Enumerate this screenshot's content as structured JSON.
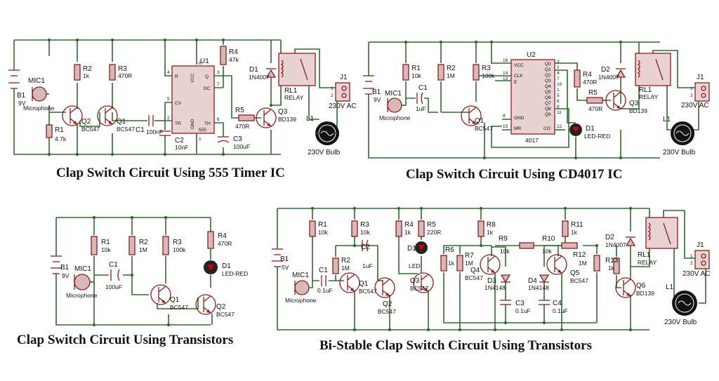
{
  "circuits": [
    {
      "title": "Clap Switch Circuit Using 555 Timer IC",
      "labels": {
        "b1": "B1",
        "b1_val": "9V",
        "mic": "MIC1",
        "mic_val": "Microphone",
        "r1": "R1",
        "r1_val": "4.7k",
        "r2": "R2",
        "r2_val": "1k",
        "r3": "R3",
        "r3_val": "470R",
        "q1": "Q1",
        "q1_val": "BC547",
        "q2": "Q2",
        "q2_val": "BC547",
        "c1": "C1",
        "c1_val": "100nF",
        "c2": "C2",
        "c2_val": "10nF",
        "u1": "U1",
        "u1_type": "555",
        "r4": "R4",
        "r4_val": "47k",
        "r5": "R5",
        "r5_val": "470R",
        "c3": "C3",
        "c3_val": "100uF",
        "d1": "D1",
        "d1_val": "1N4007",
        "rl1": "RL1",
        "rl1_val": "RELAY",
        "q3": "Q3",
        "q3_val": "BD139",
        "j1": "J1",
        "ac": "230V AC",
        "l1": "L1",
        "bulb": "230V Bulb",
        "pins": {
          "r": "R",
          "vcc": "VCC",
          "q": "Q",
          "dc": "DC",
          "cv": "CV",
          "gnd": "GND",
          "tr": "TR",
          "th": "TH",
          "p4": "4",
          "p8": "8",
          "p3": "3",
          "p7": "7",
          "p5": "5",
          "p1": "1",
          "p2": "2",
          "p6": "6",
          "j1": "1",
          "j2": "2"
        }
      }
    },
    {
      "title": "Clap Switch Circuit Using CD4017 IC",
      "labels": {
        "b1": "B1",
        "b1_val": "9V",
        "mic": "MIC1",
        "mic_val": "Microphone",
        "r1": "R1",
        "r1_val": "10k",
        "r2": "R2",
        "r2_val": "1M",
        "r3": "R3",
        "r3_val": "100k",
        "c1": "C1",
        "c1_val": "1uF",
        "q1": "Q1",
        "q1_val": "BC547",
        "u2": "U2",
        "u2_type": "4017",
        "r4": "R4",
        "r4_val": "470R",
        "r5": "R5",
        "r5_val": "470R",
        "d1": "D1",
        "d1_val": "LED-RED",
        "d2": "D2",
        "d2_val": "1N4007",
        "rl1": "RL1",
        "rl1_val": "RELAY",
        "q3": "Q3",
        "q3_val": "BD139",
        "j1": "J1",
        "ac": "230V AC",
        "l1": "L1",
        "bulb": "230V Bulb",
        "pins": {
          "vcc": "VCC",
          "clk": "CLK",
          "e": "E",
          "gnd": "GND",
          "mr": "MR",
          "co": "CO",
          "q0": "Q0",
          "q1": "Q1",
          "q2": "Q2",
          "q3": "Q3",
          "q4": "Q4",
          "q5": "Q5",
          "q6": "Q6",
          "q7": "Q7",
          "q8": "Q8",
          "q9": "Q9",
          "p16": "16",
          "p14": "14",
          "p13": "13",
          "p8": "8",
          "p15": "15",
          "p3": "3",
          "p2": "2",
          "p4": "4",
          "p7": "7",
          "p10": "10",
          "p1": "1",
          "p5": "5",
          "p6": "6",
          "p9": "9",
          "p11": "11",
          "p12": "12",
          "j1": "1",
          "j2": "2"
        }
      }
    },
    {
      "title": "Clap Switch Circuit Using Transistors",
      "labels": {
        "b1": "B1",
        "b1_val": "9V",
        "mic": "MIC1",
        "mic_val": "Microphone",
        "r1": "R1",
        "r1_val": "10k",
        "r2": "R2",
        "r2_val": "1M",
        "r3": "R3",
        "r3_val": "100k",
        "r4": "R4",
        "r4_val": "470R",
        "c1": "C1",
        "c1_val": "100uF",
        "q1": "Q1",
        "q1_val": "BC547",
        "q2": "Q2",
        "q2_val": "BC547",
        "d1": "D1",
        "d1_val": "LED-RED"
      }
    },
    {
      "title": "Bi-Stable Clap Switch Circuit Using Transistors",
      "labels": {
        "b1": "B1",
        "b1_val": "5V",
        "mic": "MIC1",
        "mic_val": "Microphone",
        "r1": "R1",
        "r1_val": "10k",
        "c1": "C1",
        "c1_val": "0.1uF",
        "r2": "R2",
        "r2_val": "1M",
        "q1": "Q1",
        "q1_val": "BC547",
        "r3": "R3",
        "r3_val": "10k",
        "c2": "C2",
        "c2_val": "1uF",
        "q2": "Q2",
        "q2_val": "BC547",
        "r4": "R4",
        "r4_val": "1k",
        "r5": "R5",
        "r5_val": "220R",
        "d1": "D1",
        "d1_val": "LED",
        "q3": "Q3",
        "q3_val": "BC547",
        "r6": "R6",
        "r6_val": "1k",
        "r7": "R7",
        "r7_val": "1M",
        "r8": "R8",
        "r8_val": "1k",
        "r9": "R9",
        "r9_val": "10k",
        "q4": "Q4",
        "q4_val": "BC547",
        "d3": "D3",
        "d3_val": "1N4148",
        "c3": "C3",
        "c3_val": "0.1uF",
        "r10": "R10",
        "r10_val": "10k",
        "r11": "R11",
        "r11_val": "1k",
        "d4": "D4",
        "d4_val": "1N4148",
        "c4": "C4",
        "c4_val": "0.1uF",
        "q5": "Q5",
        "q5_val": "BC547",
        "r12": "R12",
        "r12_val": "1M",
        "r13": "R13",
        "r13_val": "1k",
        "q6": "Q6",
        "q6_val": "BD139",
        "d2": "D2",
        "d2_val": "1N4007",
        "rl1": "RL1",
        "rl1_val": "RELAY",
        "j1": "J1",
        "ac": "230V AC",
        "l1": "L1",
        "bulb": "230V Bulb",
        "pins": {
          "j1": "1",
          "j2": "2"
        }
      }
    }
  ]
}
